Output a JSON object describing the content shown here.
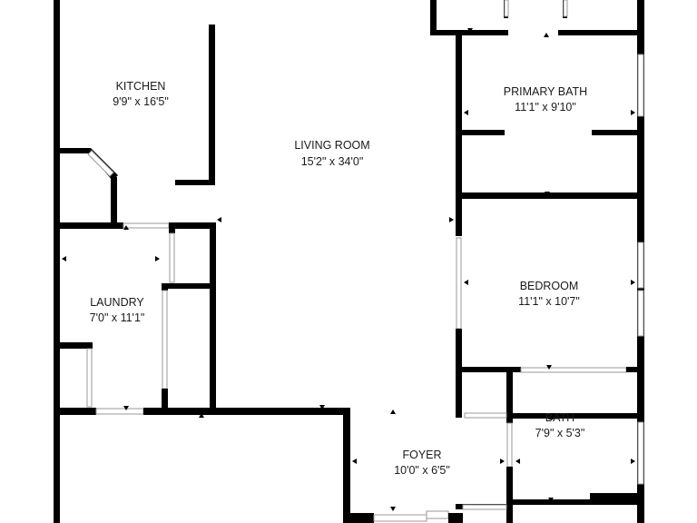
{
  "rooms": [
    {
      "id": "kitchen",
      "name": "KITCHEN",
      "dims": "9'9\" x 16'5\""
    },
    {
      "id": "living-room",
      "name": "LIVING ROOM",
      "dims": "15'2\" x 34'0\""
    },
    {
      "id": "primary-bath",
      "name": "PRIMARY BATH",
      "dims": "11'1\" x 9'10\""
    },
    {
      "id": "bedroom",
      "name": "BEDROOM",
      "dims": "11'1\" x 10'7\""
    },
    {
      "id": "laundry",
      "name": "LAUNDRY",
      "dims": "7'0\" x 11'1\""
    },
    {
      "id": "foyer",
      "name": "FOYER",
      "dims": "10'0\" x 6'5\""
    },
    {
      "id": "bath",
      "name": "BATH",
      "dims": "7'9\" x 5'3\""
    }
  ]
}
